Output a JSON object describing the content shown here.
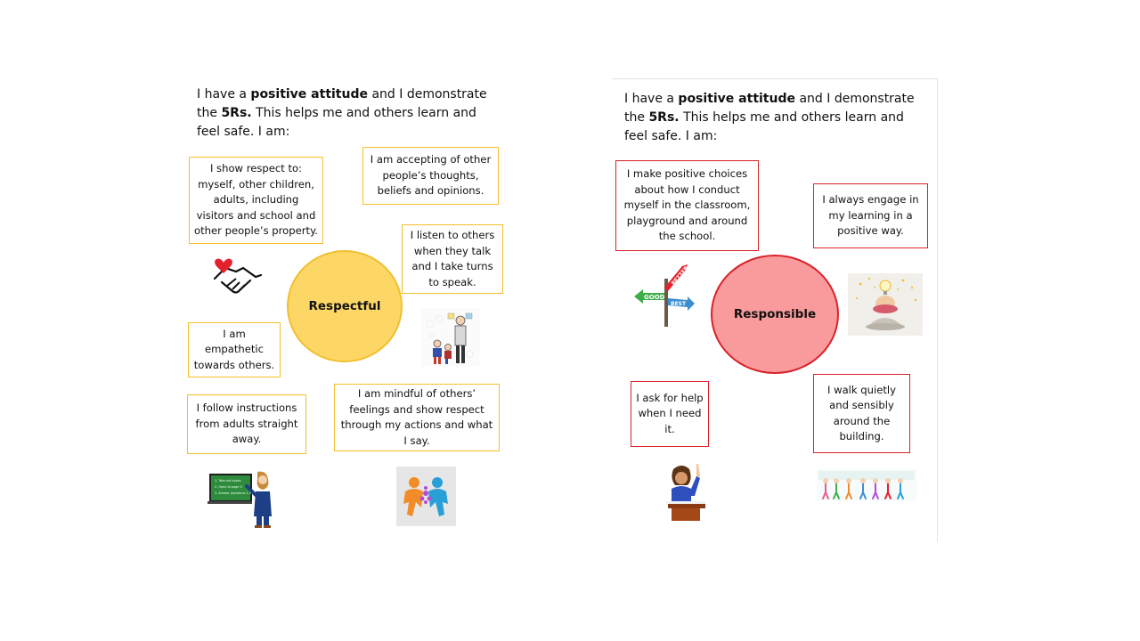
{
  "left": {
    "intro": {
      "part1": "I have a ",
      "bold1": "positive attitude",
      "part2": " and I demonstrate the ",
      "bold2": "5Rs.",
      "part3": " This helps me and others learn and feel safe. I am:"
    },
    "circle_label": "Respectful",
    "boxes": {
      "respect": "I show respect to: myself, other children, adults, including visitors and school and other people’s property.",
      "accepting": "I am accepting of other people’s thoughts, beliefs and opinions.",
      "listen": "I listen to others when they talk and I take turns to speak.",
      "empathetic": "I am empathetic towards others.",
      "instructions": "I follow instructions from adults straight away.",
      "mindful": "I am mindful of others’ feelings and show respect through my actions and what I say."
    },
    "icons": [
      "handshake-heart-icon",
      "talking-people-icon",
      "teacher-board-icon",
      "connected-people-icon"
    ],
    "board_lines": [
      "1. Take out books",
      "2. Open to page 5",
      "3. Answer questions 1-3"
    ]
  },
  "right": {
    "intro": {
      "part1": "I have a ",
      "bold1": "positive attitude",
      "part2": " and I demonstrate the ",
      "bold2": "5Rs.",
      "part3": " This helps me and others learn and feel safe. I am:"
    },
    "circle_label": "Responsible",
    "boxes": {
      "choices": "I make positive choices about how I conduct myself in the classroom, playground and around the school.",
      "engage": "I always engage in my learning in a positive way.",
      "ask": "I ask for help when I need it.",
      "walk": "I walk quietly and sensibly around the building."
    },
    "signpost": {
      "good": "GOOD",
      "better": "BETTER",
      "best": "BEST"
    },
    "icons": [
      "signpost-icon",
      "idea-bulb-icon",
      "hand-raised-student-icon",
      "walking-children-icon"
    ]
  },
  "colors": {
    "yellow": "#f3c02a",
    "yellow_fill": "#fdd766",
    "red": "#d9232a",
    "red_fill": "#f99a9c"
  }
}
